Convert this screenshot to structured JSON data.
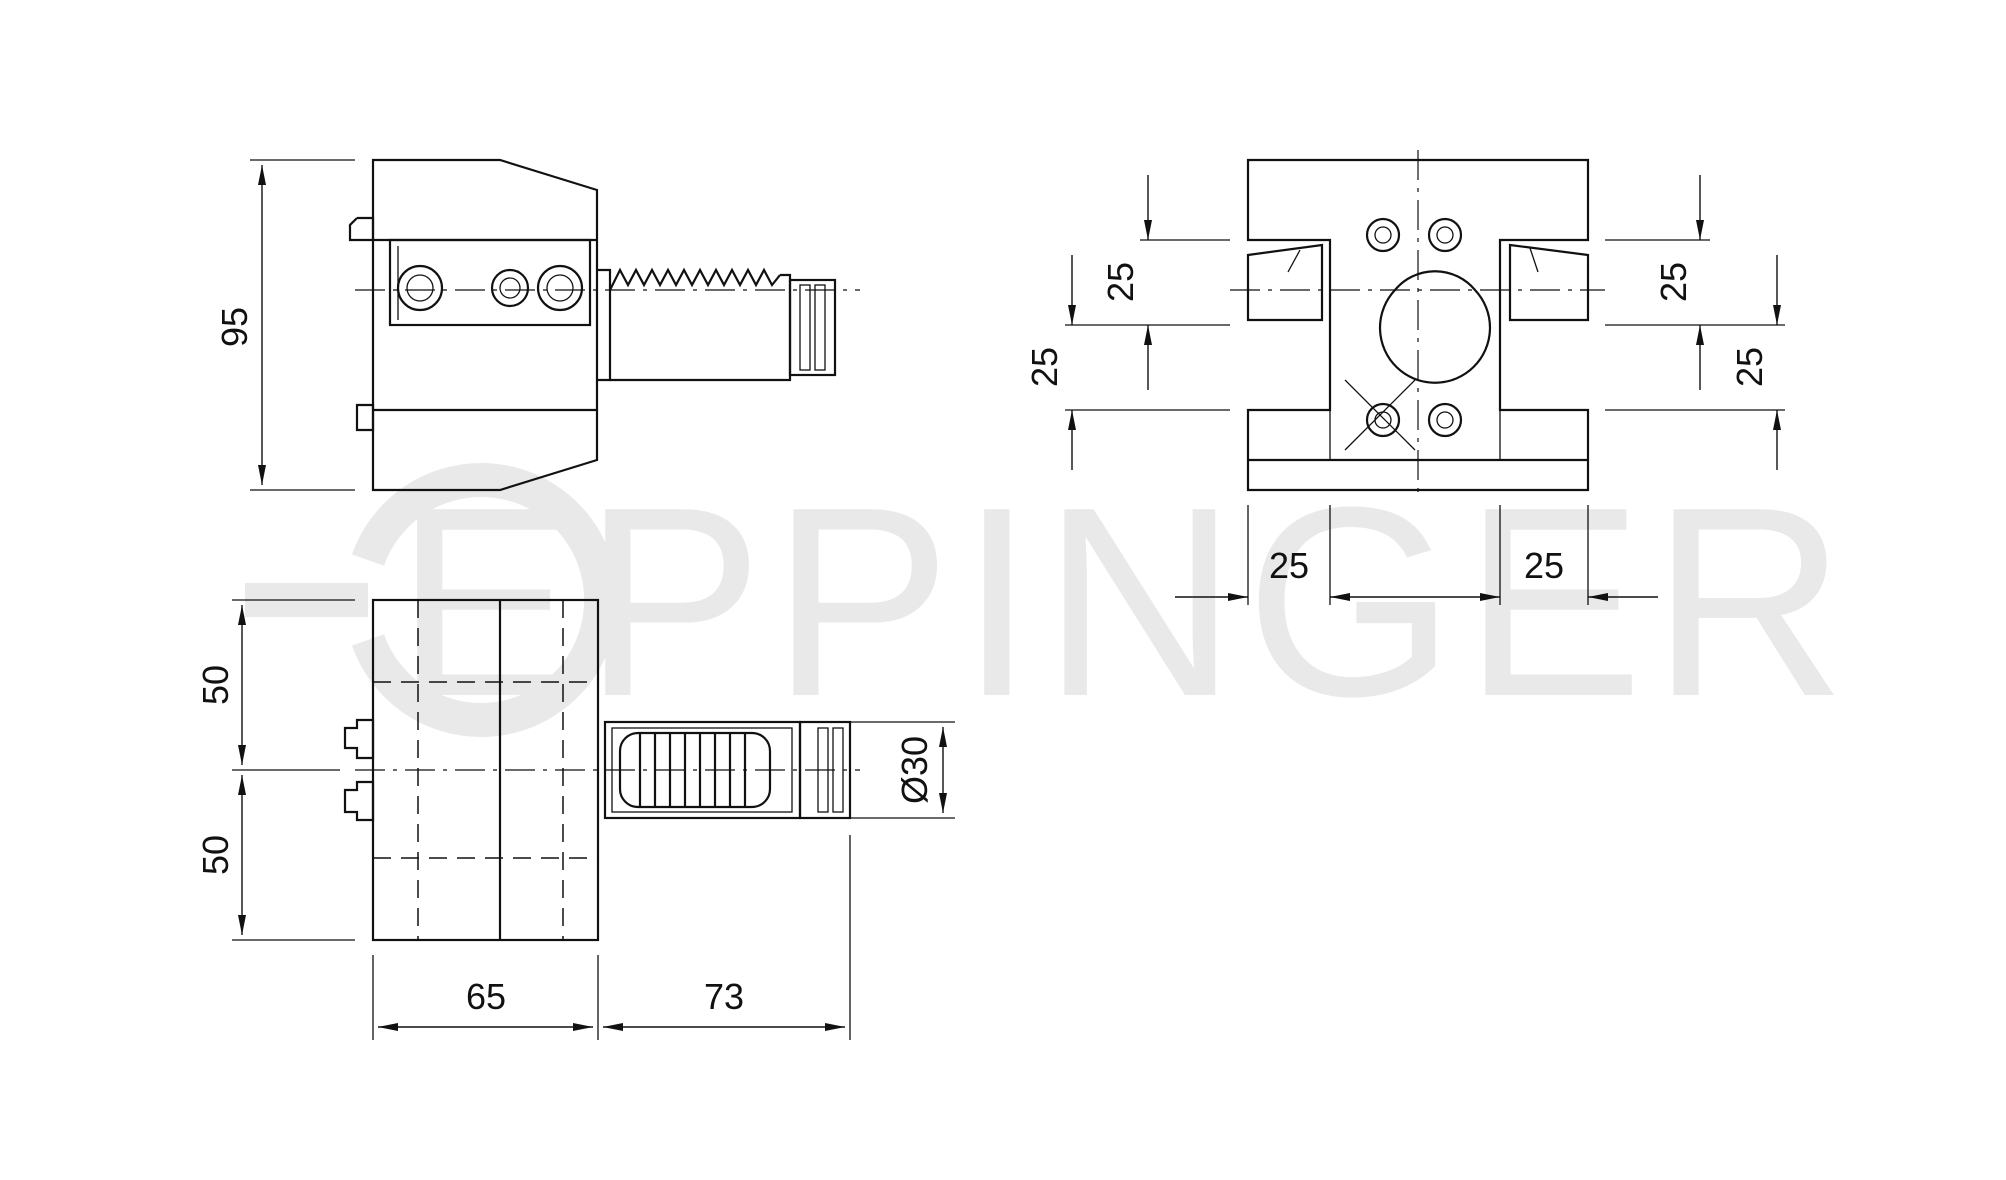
{
  "watermark": {
    "text": "EPPINGER"
  },
  "dimensions": {
    "side_height": "95",
    "front_v_top_left": "25",
    "front_v_bottom_left": "25",
    "front_v_top_right": "25",
    "front_v_bottom_right": "25",
    "front_h_left": "25",
    "front_h_right": "25",
    "top_half_upper": "50",
    "top_half_lower": "50",
    "body_length": "65",
    "shank_length": "73",
    "shank_diameter": "Ø30"
  }
}
